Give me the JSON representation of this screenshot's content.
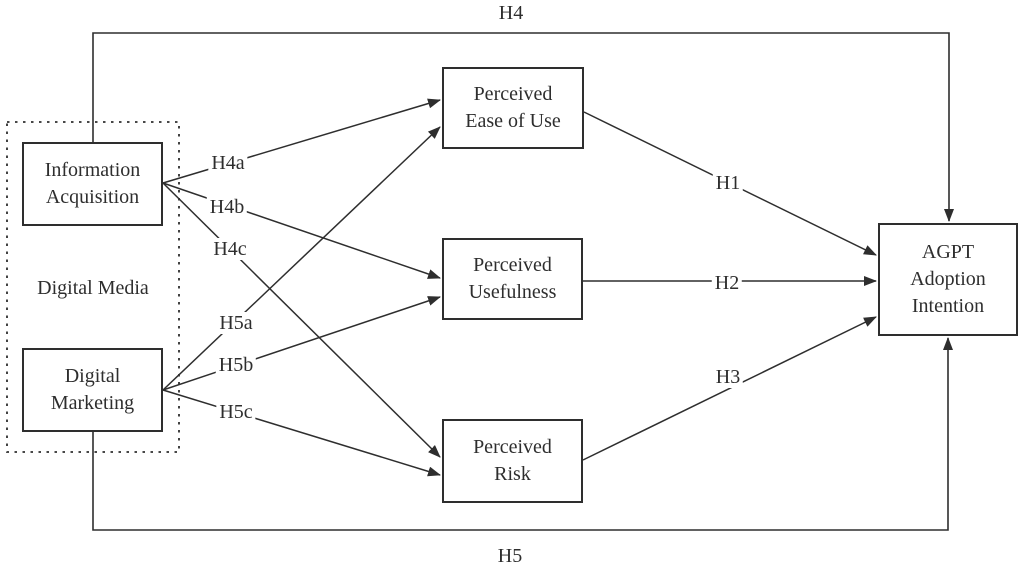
{
  "colors": {
    "ink": "#2e2e2e",
    "background": "#ffffff"
  },
  "group": {
    "label": "Digital Media"
  },
  "nodes": {
    "information_acquisition": {
      "lines": [
        "Information",
        "Acquisition"
      ]
    },
    "digital_marketing": {
      "lines": [
        "Digital",
        "Marketing"
      ]
    },
    "perceived_ease_of_use": {
      "lines": [
        "Perceived",
        "Ease of Use"
      ]
    },
    "perceived_usefulness": {
      "lines": [
        "Perceived",
        "Usefulness"
      ]
    },
    "perceived_risk": {
      "lines": [
        "Perceived",
        "Risk"
      ]
    },
    "agpt_adoption_intention": {
      "lines": [
        "AGPT",
        "Adoption",
        "Intention"
      ]
    }
  },
  "edges": {
    "h1": {
      "label": "H1"
    },
    "h2": {
      "label": "H2"
    },
    "h3": {
      "label": "H3"
    },
    "h4": {
      "label": "H4"
    },
    "h5": {
      "label": "H5"
    },
    "h4a": {
      "label": "H4a"
    },
    "h4b": {
      "label": "H4b"
    },
    "h4c": {
      "label": "H4c"
    },
    "h5a": {
      "label": "H5a"
    },
    "h5b": {
      "label": "H5b"
    },
    "h5c": {
      "label": "H5c"
    }
  }
}
